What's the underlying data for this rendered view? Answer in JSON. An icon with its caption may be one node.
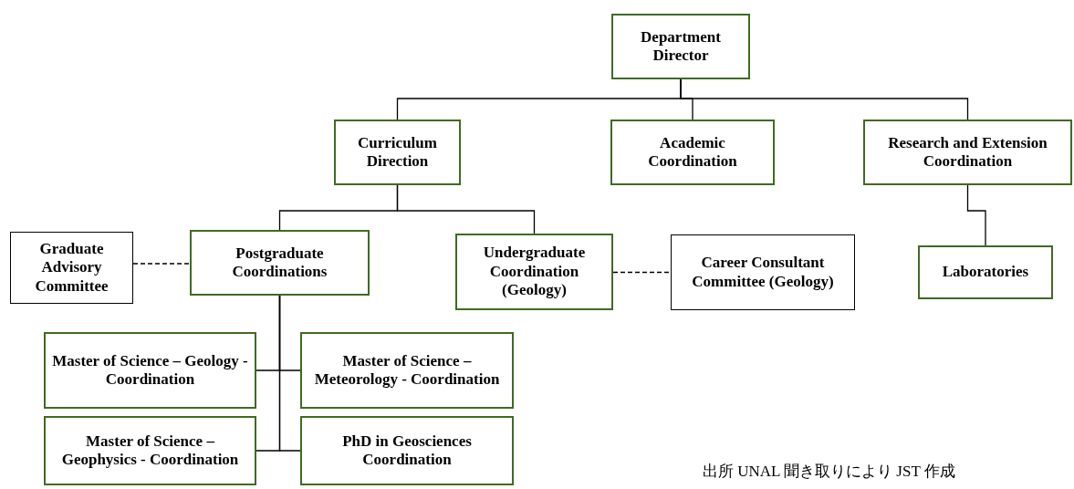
{
  "diagram": {
    "nodes": [
      {
        "text": [
          "Department Director"
        ]
      },
      {
        "text": [
          "Curriculum Direction"
        ]
      },
      {
        "text": [
          "Academic Coordination"
        ]
      },
      {
        "text": [
          "Research and Extension Coordination"
        ]
      },
      {
        "text": [
          "Graduate Advisory Committee"
        ]
      },
      {
        "text": [
          "Postgraduate Coordinations"
        ]
      },
      {
        "text": [
          "Undergraduate Coordination (Geology)"
        ]
      },
      {
        "text": [
          "Career Consultant Committee (Geology)"
        ]
      },
      {
        "text": [
          "Laboratories"
        ]
      },
      {
        "text": [
          "Master of Science – Geology - Coordination"
        ]
      },
      {
        "text": [
          "Master of Science – Meteorology - Coordination"
        ]
      },
      {
        "text": [
          "Master of Science – Geophysics - Coordination"
        ]
      },
      {
        "text": [
          "PhD in Geosciences Coordination"
        ]
      }
    ],
    "edges": [
      {
        "from": 0,
        "to": 1,
        "arrow": "none"
      },
      {
        "from": 0,
        "to": 2,
        "arrow": "none"
      },
      {
        "from": 0,
        "to": 3,
        "arrow": "none"
      },
      {
        "from": 1,
        "to": 5,
        "arrow": "none"
      },
      {
        "from": 1,
        "to": 6,
        "arrow": "none"
      },
      {
        "from": 3,
        "to": 8,
        "arrow": "none"
      },
      {
        "from": 4,
        "to": 5,
        "arrow": "none",
        "style": "dashed"
      },
      {
        "from": 6,
        "to": 7,
        "arrow": "none",
        "style": "dashed"
      },
      {
        "from": 5,
        "to": 9,
        "arrow": "none"
      },
      {
        "from": 5,
        "to": 10,
        "arrow": "none"
      },
      {
        "from": 5,
        "to": 11,
        "arrow": "none"
      },
      {
        "from": 5,
        "to": 12,
        "arrow": "none"
      }
    ],
    "labels": [
      "出所 UNAL 聞き取りにより JST 作成"
    ]
  }
}
